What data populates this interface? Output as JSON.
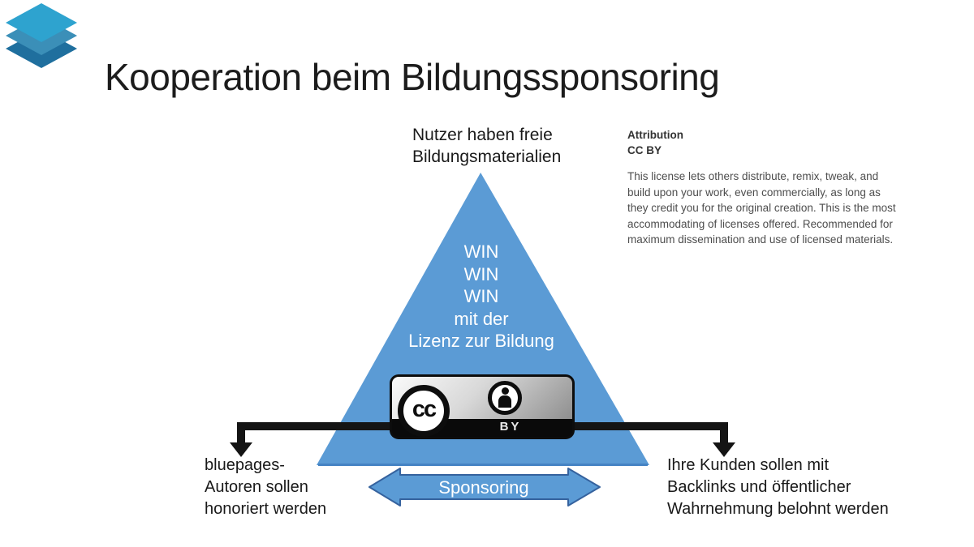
{
  "slide": {
    "title": "Kooperation beim Bildungssponsoring"
  },
  "logo": {
    "icon": "layered-diamonds",
    "colors": {
      "top": "#2ea3cf",
      "middle": "#3b8fb8",
      "bottom": "#1f6f9e"
    }
  },
  "top_label": {
    "lines": [
      "Nutzer haben freie",
      "Bildungsmaterialien"
    ]
  },
  "license_info": {
    "heading_line1": "Attribution",
    "heading_line2": "CC BY",
    "body": "This license lets others distribute, remix, tweak, and build upon your work, even commercially, as long as they credit you for the original creation. This is the most accommodating of licenses offered. Recommended for maximum dissemination and use of licensed materials."
  },
  "triangle": {
    "fill": "#5b9bd5",
    "lines": [
      "WIN",
      "WIN",
      "WIN",
      "mit der",
      "Lizenz zur Bildung"
    ]
  },
  "cc_badge": {
    "cc_letters": "cc",
    "by_label": "BY"
  },
  "left_note": {
    "lines": [
      "bluepages-",
      "Autoren sollen",
      "honoriert werden"
    ]
  },
  "right_note": {
    "lines": [
      "Ihre Kunden sollen mit",
      "Backlinks und öffentlicher",
      "Wahrnehmung belohnt werden"
    ]
  },
  "sponsoring": {
    "label": "Sponsoring",
    "fill": "#5b9bd5"
  }
}
